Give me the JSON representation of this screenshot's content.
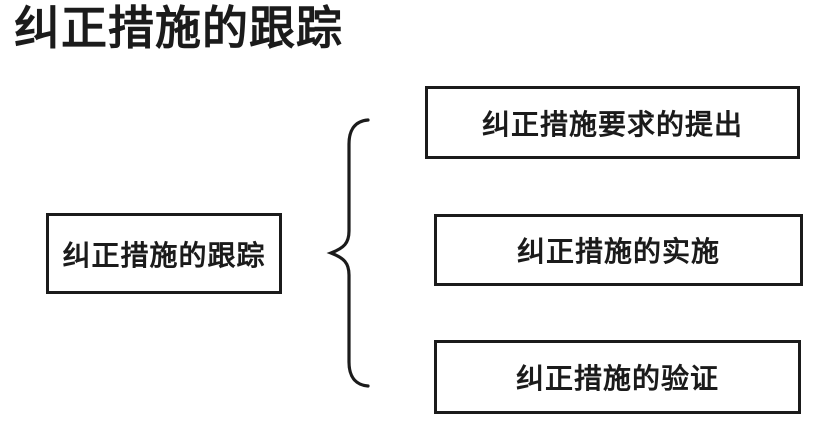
{
  "page": {
    "background": "#ffffff",
    "line_color": "#1b1b1b"
  },
  "title": "纠正措施的跟踪",
  "diagram": {
    "root_box": {
      "label": "纠正措施的跟踪"
    },
    "brace_icon": "left-curly-brace",
    "branches": [
      {
        "label": "纠正措施要求的提出"
      },
      {
        "label": "纠正措施的实施"
      },
      {
        "label": "纠正措施的验证"
      }
    ]
  }
}
